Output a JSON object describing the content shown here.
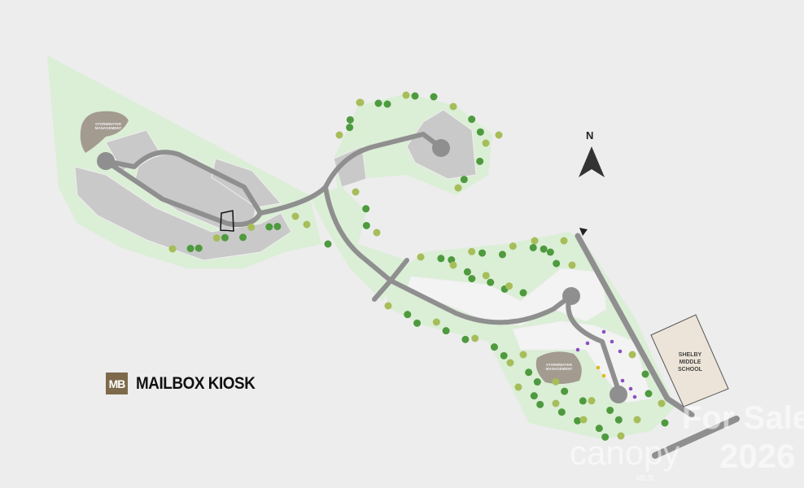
{
  "legend": {
    "badge": "MB",
    "label": "MAILBOX KIOSK",
    "badge_color": "#7d6a4b"
  },
  "landmarks": {
    "school": "SHELBY\nMIDDLE\nSCHOOL",
    "stormwater_1": "STORMWATER\nMANAGEMENT",
    "stormwater_2": "STORMWATER\nMANAGEMENT"
  },
  "compass": {
    "label": "N",
    "icon": "north-arrow-icon"
  },
  "watermark": {
    "line1": "For Sale",
    "brand": "canopy",
    "sub": "MLS",
    "year": "2026"
  },
  "colors": {
    "background": "#ededed",
    "open_space": "#dbeed6",
    "lots": "#c9c9c9",
    "road": "#8f8f8f",
    "tree": "#4e9a3e",
    "available_lot_dot": "#8a4fc0",
    "model_lot_dot": "#e0b81c"
  }
}
